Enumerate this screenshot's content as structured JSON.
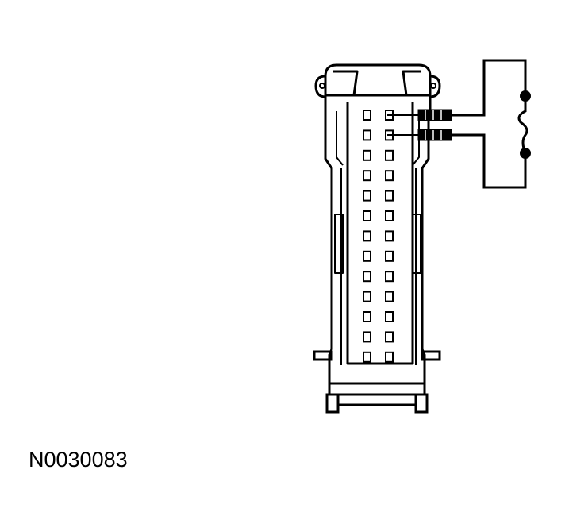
{
  "figure": {
    "id": "N0030083"
  },
  "connector": {
    "rows": 13,
    "columns": 2
  },
  "jumper": {
    "component": "fuse-icon",
    "connected_terminals": [
      1,
      2
    ]
  },
  "colors": {
    "line": "#000000",
    "background": "#ffffff"
  }
}
